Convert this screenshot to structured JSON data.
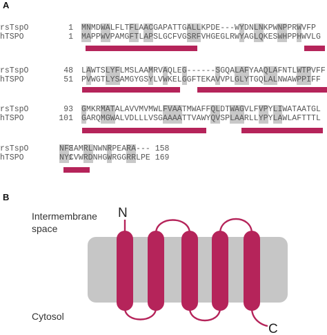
{
  "panel_a_label": "A",
  "panel_b_label": "B",
  "alignment": {
    "blocks": [
      {
        "rows": [
          {
            "name": "rsTspO",
            "start": "1",
            "seq": "MNMDWALFLTFLAACGAPATTGALLKPDE---WYDNLNKPWNPPRWVFP"
          },
          {
            "name": "hTSPO",
            "start": "1",
            "seq": "MAPPWVPAMGFTLAPSLGCFVGSRFVHGEGLRWYAGLQKESWHPPHWVLG"
          }
        ]
      },
      {
        "rows": [
          {
            "name": "rsTspO",
            "start": "48",
            "seq": "LAWTSLYFLMSLAAMRVAQLEG------SGQALAFYAAQLAFNTLWTPVFF"
          },
          {
            "name": "hTSPO",
            "start": "51",
            "seq": "PVWGTLYSAMGYGSYLVWKELGGFTEKAVVPLGLYTGQLALNWAWPPIFF"
          }
        ]
      },
      {
        "rows": [
          {
            "name": "rsTspO",
            "start": "93",
            "seq": "GMKRMATALAVVMVMWLFVAATMWAFFQLDTWAGVLFVPYLIWATAATGL"
          },
          {
            "name": "hTSPO",
            "start": "101",
            "seq": "GARQMGWALVDLLLVSGAAAATTVAWYQVSPLAARLLYPYLAWLAFTTTL"
          }
        ]
      },
      {
        "rows": [
          {
            "name": "rsTspO",
            "start": "143",
            "seq": "NFEAMRLNWNRPEARA---",
            "end": "158"
          },
          {
            "name": "hTSPO",
            "start": "151",
            "seq": "NYCVWRDNHGWRGGRRLPE",
            "end": "169"
          }
        ]
      }
    ]
  },
  "diagram": {
    "label_intermembrane_line1": "Intermembrane",
    "label_intermembrane_line2": "space",
    "label_cytosol": "Cytosol",
    "label_n": "N",
    "label_c": "C",
    "helix_color": "#b5245a",
    "membrane_color": "#c6c6c6"
  }
}
